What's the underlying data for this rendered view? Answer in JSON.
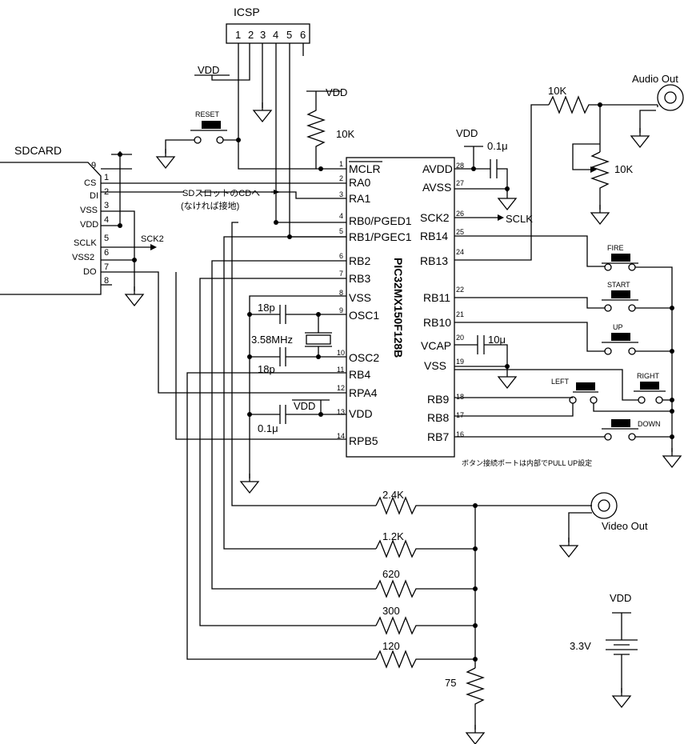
{
  "icsp": {
    "title": "ICSP",
    "pins": [
      "1",
      "2",
      "3",
      "4",
      "5",
      "6"
    ]
  },
  "power": {
    "vdd": "VDD",
    "battery_voltage": "3.3V"
  },
  "sdcard": {
    "title": "SDCARD",
    "pins": [
      {
        "num": "9",
        "name": ""
      },
      {
        "num": "1",
        "name": "CS"
      },
      {
        "num": "2",
        "name": "DI"
      },
      {
        "num": "3",
        "name": "VSS"
      },
      {
        "num": "4",
        "name": "VDD"
      },
      {
        "num": "5",
        "name": "SCLK"
      },
      {
        "num": "6",
        "name": "VSS2"
      },
      {
        "num": "7",
        "name": "DO"
      },
      {
        "num": "8",
        "name": ""
      }
    ],
    "sck2_label": "SCK2",
    "note_line1": "SDスロットのCDへ",
    "note_line2": "(なければ接地)"
  },
  "mcu": {
    "part": "PIC32MX150F128B",
    "left_pins": [
      {
        "num": "1",
        "name": "MCLR"
      },
      {
        "num": "2",
        "name": "RA0"
      },
      {
        "num": "3",
        "name": "RA1"
      },
      {
        "num": "4",
        "name": "RB0/PGED1"
      },
      {
        "num": "5",
        "name": "RB1/PGEC1"
      },
      {
        "num": "6",
        "name": "RB2"
      },
      {
        "num": "7",
        "name": "RB3"
      },
      {
        "num": "8",
        "name": "VSS"
      },
      {
        "num": "9",
        "name": "OSC1"
      },
      {
        "num": "10",
        "name": "OSC2"
      },
      {
        "num": "11",
        "name": "RB4"
      },
      {
        "num": "12",
        "name": "RPA4"
      },
      {
        "num": "13",
        "name": "VDD"
      },
      {
        "num": "14",
        "name": "RPB5"
      }
    ],
    "right_pins": [
      {
        "num": "28",
        "name": "AVDD"
      },
      {
        "num": "27",
        "name": "AVSS"
      },
      {
        "num": "26",
        "name": "SCK2"
      },
      {
        "num": "25",
        "name": "RB14"
      },
      {
        "num": "24",
        "name": "RB13"
      },
      {
        "num": "22",
        "name": "RB11"
      },
      {
        "num": "21",
        "name": "RB10"
      },
      {
        "num": "20",
        "name": "VCAP"
      },
      {
        "num": "19",
        "name": "VSS"
      },
      {
        "num": "18",
        "name": "RB9"
      },
      {
        "num": "17",
        "name": "RB8"
      },
      {
        "num": "16",
        "name": "RB7"
      }
    ]
  },
  "components": {
    "reset": "RESET",
    "r_pullup": "10K",
    "r_audio": "10K",
    "vr_audio": "10K",
    "c_avdd": "0.1μ",
    "c_vcap": "10μ",
    "c_vdd": "0.1μ",
    "c_osc1": "18p",
    "c_osc2": "18p",
    "crystal": "3.58MHz",
    "r_video": [
      "2.4K",
      "1.2K",
      "620",
      "300",
      "120"
    ],
    "r_video_term": "75"
  },
  "outputs": {
    "audio": "Audio Out",
    "video": "Video Out",
    "sclk": "SCLK"
  },
  "buttons": {
    "fire": "FIRE",
    "start": "START",
    "up": "UP",
    "left": "LEFT",
    "right": "RIGHT",
    "down": "DOWN"
  },
  "note_buttons": "ボタン接続ポートは内部でPULL UP設定"
}
